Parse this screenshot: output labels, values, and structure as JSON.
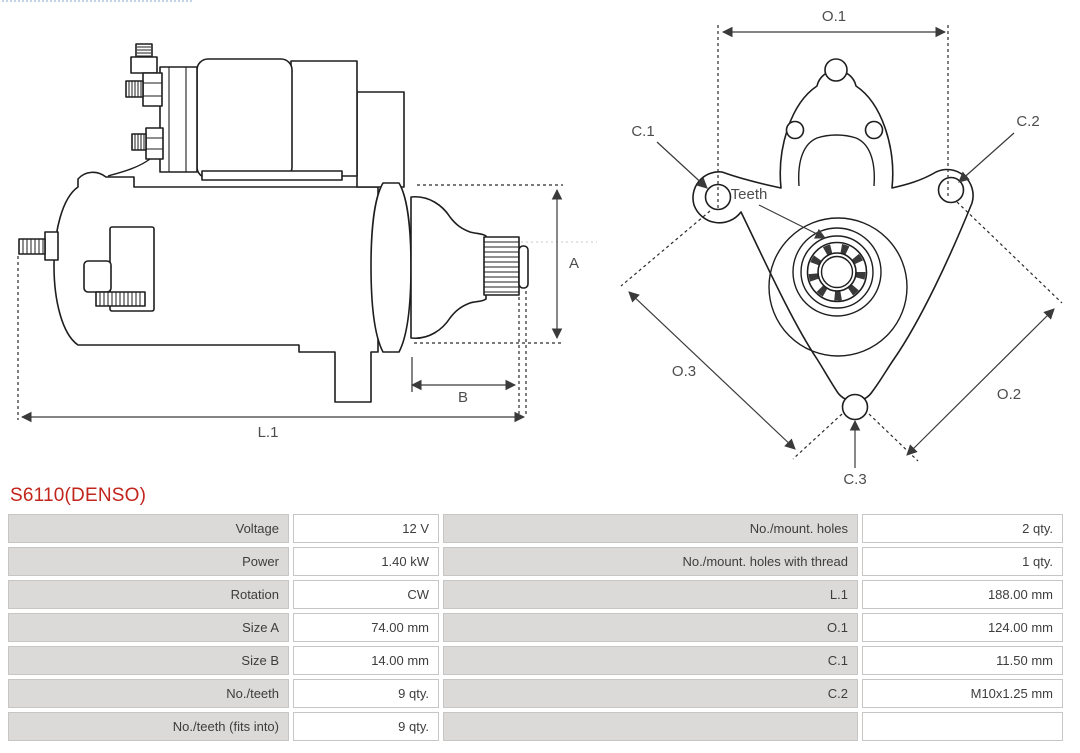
{
  "title": {
    "text": "S6110(DENSO)",
    "color": "#c2251c"
  },
  "diagrams": {
    "side_view": {
      "description": "starter motor side view",
      "dim_a": "A",
      "dim_b": "B",
      "dim_l1": "L.1"
    },
    "front_view": {
      "description": "starter motor front (mounting flange) view",
      "dim_o1": "O.1",
      "dim_o2": "O.2",
      "dim_o3": "O.3",
      "dim_c1": "C.1",
      "dim_c2": "C.2",
      "dim_c3": "C.3",
      "teeth_label": "Teeth"
    }
  },
  "spec_table": {
    "left": [
      {
        "label": "Voltage",
        "value": "12 V"
      },
      {
        "label": "Power",
        "value": "1.40 kW"
      },
      {
        "label": "Rotation",
        "value": "CW"
      },
      {
        "label": "Size A",
        "value": "74.00 mm"
      },
      {
        "label": "Size B",
        "value": "14.00 mm"
      },
      {
        "label": "No./teeth",
        "value": "9 qty."
      },
      {
        "label": "No./teeth (fits into)",
        "value": "9 qty."
      }
    ],
    "right": [
      {
        "label": "No./mount. holes",
        "value": "2 qty."
      },
      {
        "label": "No./mount. holes with thread",
        "value": "1 qty."
      },
      {
        "label": "L.1",
        "value": "188.00 mm"
      },
      {
        "label": "O.1",
        "value": "124.00 mm"
      },
      {
        "label": "C.1",
        "value": "11.50 mm"
      },
      {
        "label": "C.2",
        "value": "M10x1.25 mm"
      },
      {
        "label": "",
        "value": ""
      }
    ]
  }
}
